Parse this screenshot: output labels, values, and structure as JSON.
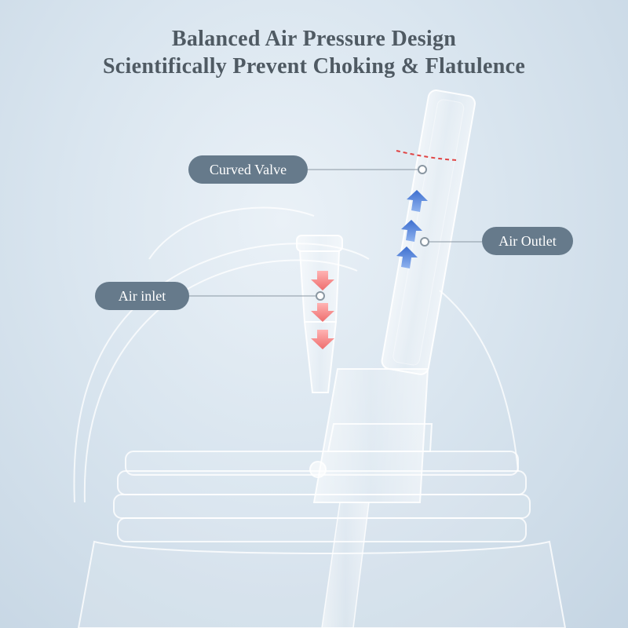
{
  "headline": {
    "line1": "Balanced Air Pressure Design",
    "line2": "Scientifically Prevent Choking & Flatulence"
  },
  "callouts": {
    "curved_valve": "Curved Valve",
    "air_outlet": "Air Outlet",
    "air_inlet": "Air inlet"
  },
  "colors": {
    "background": "#d9e5ef",
    "pill": "#667a8b",
    "inlet_arrows": "#f07c7c",
    "outlet_arrows": "#4f7fd6",
    "valve_line": "#e04545"
  }
}
